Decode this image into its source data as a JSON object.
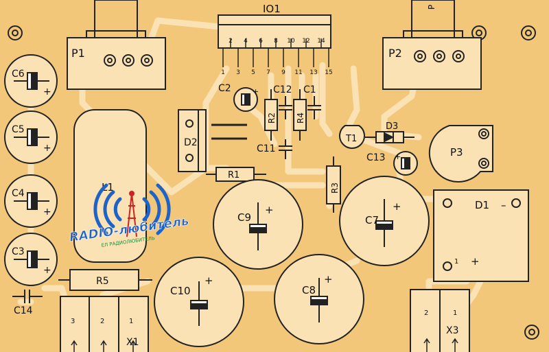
{
  "colors": {
    "board": "#f2c77a",
    "copper": "#fbe2b4",
    "outline": "#222222",
    "logo_blue": "#1e64c8",
    "logo_red": "#cc2222",
    "logo_green": "#1f8a3a"
  },
  "ic": {
    "ref": "IO1",
    "top_pins": [
      "2",
      "4",
      "6",
      "8",
      "10",
      "12",
      "14"
    ],
    "bottom_pins": [
      "1",
      "3",
      "5",
      "7",
      "9",
      "11",
      "13",
      "15"
    ]
  },
  "components": {
    "p1": "P1",
    "p2": "P2",
    "p3": "P3",
    "c1": "C1",
    "c2": "C2",
    "c3": "C3",
    "c4": "C4",
    "c5": "C5",
    "c6": "C6",
    "c7": "C7",
    "c8": "C8",
    "c9": "C9",
    "c10": "C10",
    "c11": "C11",
    "c12": "C12",
    "c13": "C13",
    "c14": "C14",
    "r1": "R1",
    "r2": "R2",
    "r3": "R3",
    "r4": "R4",
    "r5": "R5",
    "d1": "D1",
    "d2": "D2",
    "d3": "D3",
    "t1": "T1",
    "l1": "L1",
    "x1": "X1",
    "x3": "X3"
  },
  "polarity": {
    "plus": "+",
    "minus": "–"
  },
  "connectors": {
    "x1_pins": [
      "3",
      "2",
      "1"
    ],
    "x3_pins": [
      "2",
      "1"
    ],
    "d1_pin": "1",
    "p2_partial": "P"
  },
  "logo": {
    "main": "RADIO-любитель",
    "sub": "ЕЛ РАДИОЛЮБИТЕЛЬ"
  }
}
